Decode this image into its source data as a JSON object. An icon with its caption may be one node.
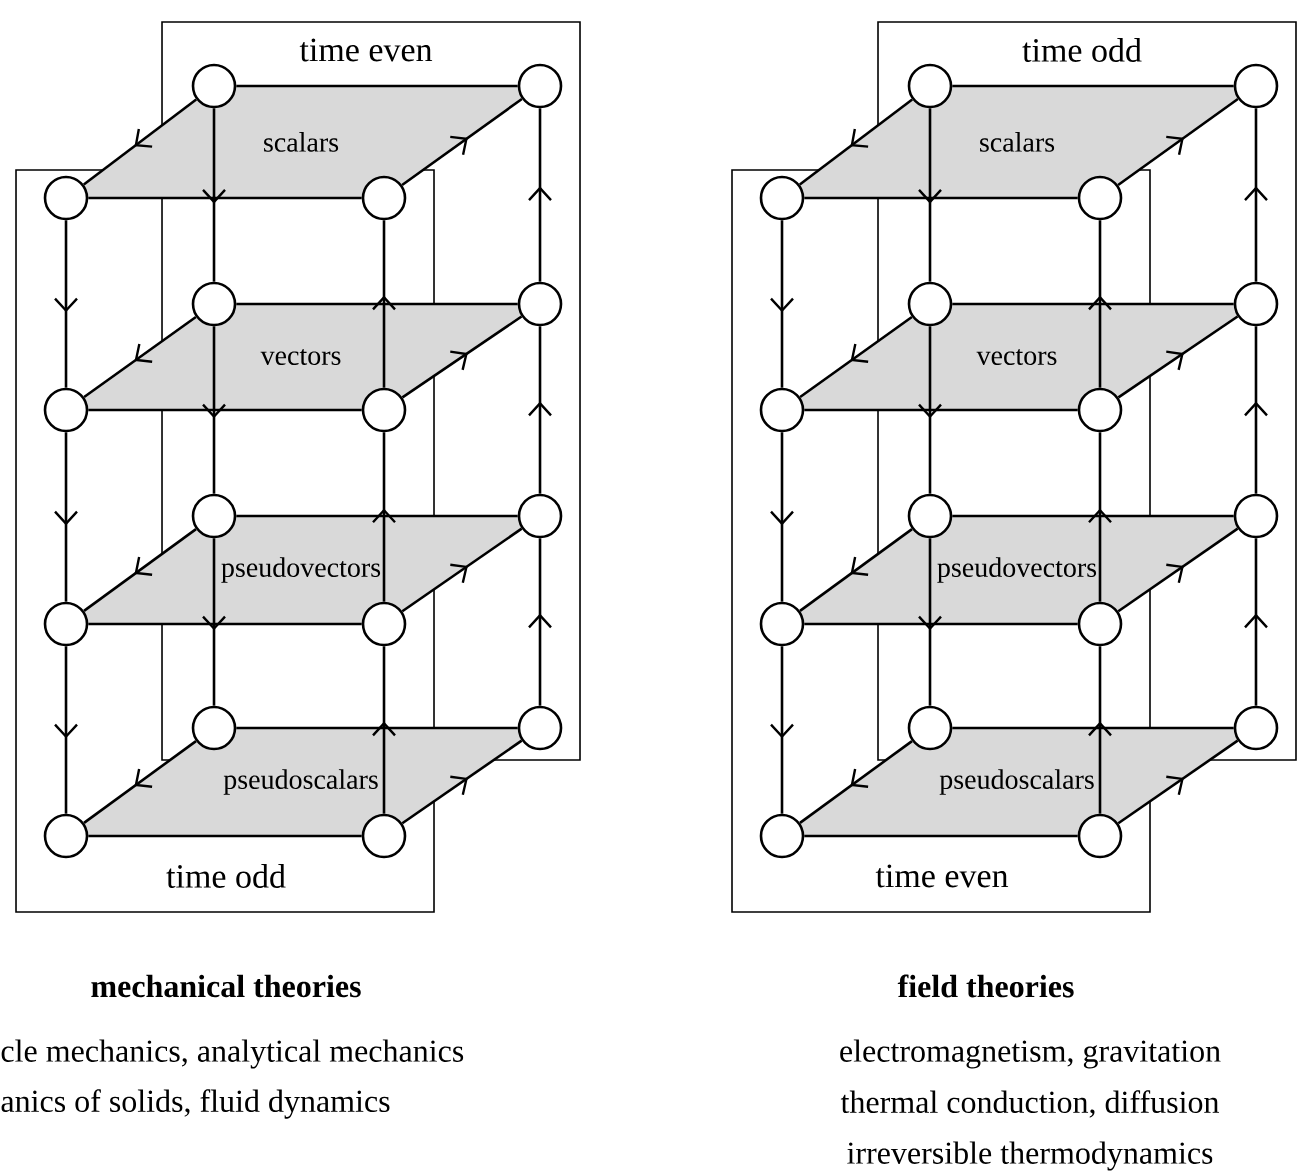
{
  "diagram": {
    "nodes": [
      {
        "text": [
          "time even"
        ]
      },
      {
        "text": [
          "time odd"
        ]
      },
      {
        "text": [
          "scalars"
        ],
        "in": 0
      },
      {
        "text": [],
        "shape": "circle",
        "in": 0
      },
      {
        "text": [],
        "shape": "circle",
        "in": 0
      },
      {
        "text": [],
        "shape": "circle",
        "in": 1
      },
      {
        "text": [],
        "shape": "circle"
      },
      {
        "text": [
          "vectors"
        ]
      },
      {
        "text": [],
        "shape": "circle"
      },
      {
        "text": [],
        "shape": "circle",
        "in": 0
      },
      {
        "text": [],
        "shape": "circle",
        "in": 1
      },
      {
        "text": [],
        "shape": "circle"
      },
      {
        "text": [
          "pseudovectors"
        ]
      },
      {
        "text": [],
        "shape": "circle"
      },
      {
        "text": [],
        "shape": "circle",
        "in": 0
      },
      {
        "text": [],
        "shape": "circle",
        "in": 1
      },
      {
        "text": [],
        "shape": "circle"
      },
      {
        "text": [
          "pseudoscalars"
        ],
        "in": 1
      },
      {
        "text": [],
        "shape": "circle"
      },
      {
        "text": [],
        "shape": "circle",
        "in": 0
      },
      {
        "text": [],
        "shape": "circle",
        "in": 1
      },
      {
        "text": [],
        "shape": "circle",
        "in": 1
      },
      {
        "text": [
          "time odd"
        ]
      },
      {
        "text": [
          "time even"
        ]
      },
      {
        "text": [
          "scalars"
        ],
        "in": 22
      },
      {
        "text": [],
        "shape": "circle",
        "in": 22
      },
      {
        "text": [],
        "shape": "circle",
        "in": 22
      },
      {
        "text": [],
        "shape": "circle",
        "in": 23
      },
      {
        "text": [],
        "shape": "circle"
      },
      {
        "text": [
          "vectors"
        ]
      },
      {
        "text": [],
        "shape": "circle"
      },
      {
        "text": [],
        "shape": "circle",
        "in": 22
      },
      {
        "text": [],
        "shape": "circle",
        "in": 23
      },
      {
        "text": [],
        "shape": "circle"
      },
      {
        "text": [
          "pseudovectors"
        ]
      },
      {
        "text": [],
        "shape": "circle"
      },
      {
        "text": [],
        "shape": "circle",
        "in": 22
      },
      {
        "text": [],
        "shape": "circle",
        "in": 23
      },
      {
        "text": [],
        "shape": "circle"
      },
      {
        "text": [
          "pseudoscalars"
        ],
        "in": 23
      },
      {
        "text": [],
        "shape": "circle"
      },
      {
        "text": [],
        "shape": "circle",
        "in": 22
      },
      {
        "text": [],
        "shape": "circle",
        "in": 23
      },
      {
        "text": [],
        "shape": "circle",
        "in": 23
      }
    ],
    "edges": [
      {
        "from": 3,
        "to": 5,
        "arrow": "to"
      },
      {
        "from": 5,
        "to": 6,
        "arrow": "none"
      },
      {
        "from": 3,
        "to": 4,
        "arrow": "none"
      },
      {
        "from": 6,
        "to": 4,
        "arrow": "to"
      },
      {
        "from": 8,
        "to": 10,
        "arrow": "to"
      },
      {
        "from": 10,
        "to": 11,
        "arrow": "none"
      },
      {
        "from": 8,
        "to": 9,
        "arrow": "none"
      },
      {
        "from": 11,
        "to": 9,
        "arrow": "to"
      },
      {
        "from": 13,
        "to": 15,
        "arrow": "to"
      },
      {
        "from": 15,
        "to": 16,
        "arrow": "none"
      },
      {
        "from": 13,
        "to": 14,
        "arrow": "none"
      },
      {
        "from": 16,
        "to": 14,
        "arrow": "to"
      },
      {
        "from": 18,
        "to": 20,
        "arrow": "to"
      },
      {
        "from": 20,
        "to": 21,
        "arrow": "none"
      },
      {
        "from": 18,
        "to": 19,
        "arrow": "none"
      },
      {
        "from": 21,
        "to": 19,
        "arrow": "to"
      },
      {
        "from": 5,
        "to": 10,
        "arrow": "to"
      },
      {
        "from": 10,
        "to": 15,
        "arrow": "to"
      },
      {
        "from": 15,
        "to": 20,
        "arrow": "to"
      },
      {
        "from": 3,
        "to": 8,
        "arrow": "to"
      },
      {
        "from": 8,
        "to": 13,
        "arrow": "to"
      },
      {
        "from": 13,
        "to": 18,
        "arrow": "to"
      },
      {
        "from": 21,
        "to": 16,
        "arrow": "to"
      },
      {
        "from": 16,
        "to": 11,
        "arrow": "to"
      },
      {
        "from": 11,
        "to": 6,
        "arrow": "to"
      },
      {
        "from": 19,
        "to": 14,
        "arrow": "to"
      },
      {
        "from": 14,
        "to": 9,
        "arrow": "to"
      },
      {
        "from": 9,
        "to": 4,
        "arrow": "to"
      },
      {
        "from": 25,
        "to": 27,
        "arrow": "to"
      },
      {
        "from": 27,
        "to": 28,
        "arrow": "none"
      },
      {
        "from": 25,
        "to": 26,
        "arrow": "none"
      },
      {
        "from": 28,
        "to": 26,
        "arrow": "to"
      },
      {
        "from": 30,
        "to": 32,
        "arrow": "to"
      },
      {
        "from": 32,
        "to": 33,
        "arrow": "none"
      },
      {
        "from": 30,
        "to": 31,
        "arrow": "none"
      },
      {
        "from": 33,
        "to": 31,
        "arrow": "to"
      },
      {
        "from": 35,
        "to": 37,
        "arrow": "to"
      },
      {
        "from": 37,
        "to": 38,
        "arrow": "none"
      },
      {
        "from": 35,
        "to": 36,
        "arrow": "none"
      },
      {
        "from": 38,
        "to": 36,
        "arrow": "to"
      },
      {
        "from": 40,
        "to": 42,
        "arrow": "to"
      },
      {
        "from": 42,
        "to": 43,
        "arrow": "none"
      },
      {
        "from": 40,
        "to": 41,
        "arrow": "none"
      },
      {
        "from": 43,
        "to": 41,
        "arrow": "to"
      },
      {
        "from": 27,
        "to": 32,
        "arrow": "to"
      },
      {
        "from": 32,
        "to": 37,
        "arrow": "to"
      },
      {
        "from": 37,
        "to": 42,
        "arrow": "to"
      },
      {
        "from": 25,
        "to": 30,
        "arrow": "to"
      },
      {
        "from": 30,
        "to": 35,
        "arrow": "to"
      },
      {
        "from": 35,
        "to": 40,
        "arrow": "to"
      },
      {
        "from": 43,
        "to": 38,
        "arrow": "to"
      },
      {
        "from": 38,
        "to": 33,
        "arrow": "to"
      },
      {
        "from": 33,
        "to": 28,
        "arrow": "to"
      },
      {
        "from": 41,
        "to": 36,
        "arrow": "to"
      },
      {
        "from": 36,
        "to": 31,
        "arrow": "to"
      },
      {
        "from": 31,
        "to": 26,
        "arrow": "to"
      }
    ],
    "labels": [
      "mechanical theories",
      "field theories",
      "cle mechanics, analytical mechanics",
      "electromagnetism, gravitation",
      "anics of solids, fluid dynamics",
      "thermal conduction, diffusion",
      "irreversible thermodynamics"
    ]
  }
}
